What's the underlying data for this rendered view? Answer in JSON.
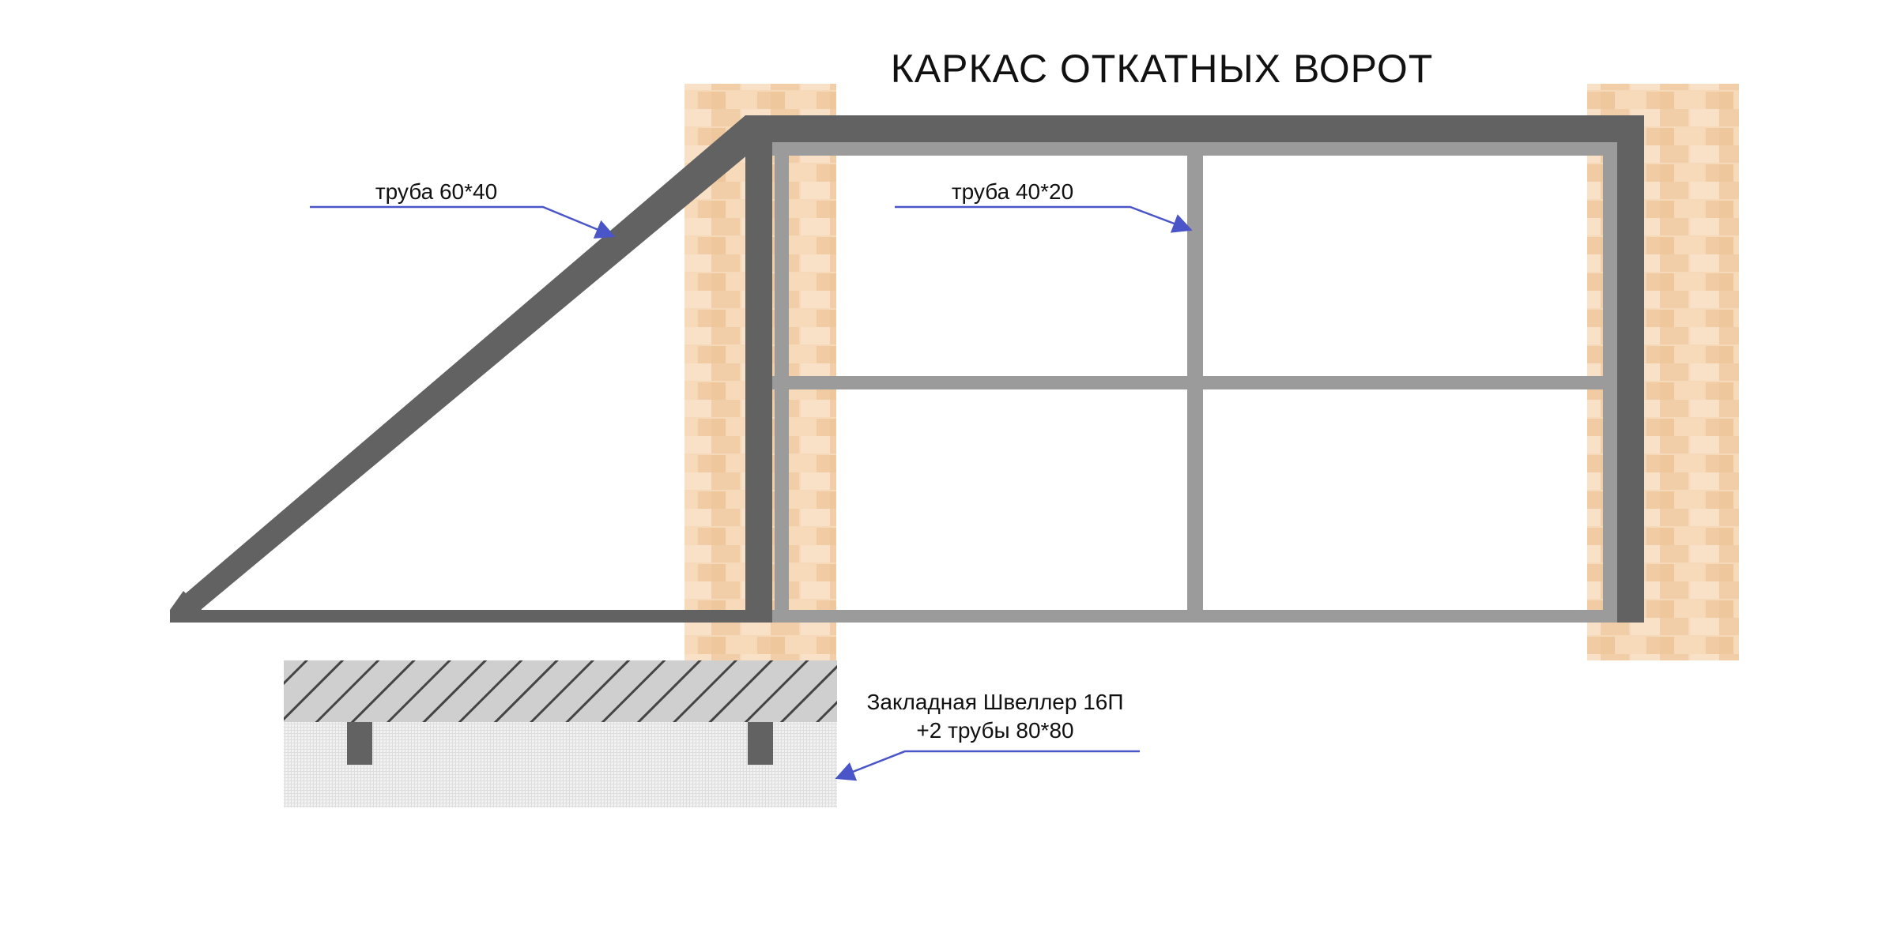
{
  "title": "КАРКАС ОТКАТНЫХ ВОРОТ",
  "labels": {
    "main_frame": "труба 60*40",
    "inner_frame": "труба 40*20",
    "embed_line1": "Закладная Швеллер 16П",
    "embed_line2": "+2 трубы 80*80"
  },
  "colors": {
    "main_frame": "#626262",
    "inner_frame": "#9b9b9b",
    "brick_light": "#f6d9b9",
    "brick_dark": "#efc79d",
    "leader": "#4a55c8",
    "hatch_bg": "#cfcfcf",
    "concrete": "#eeeeee"
  }
}
